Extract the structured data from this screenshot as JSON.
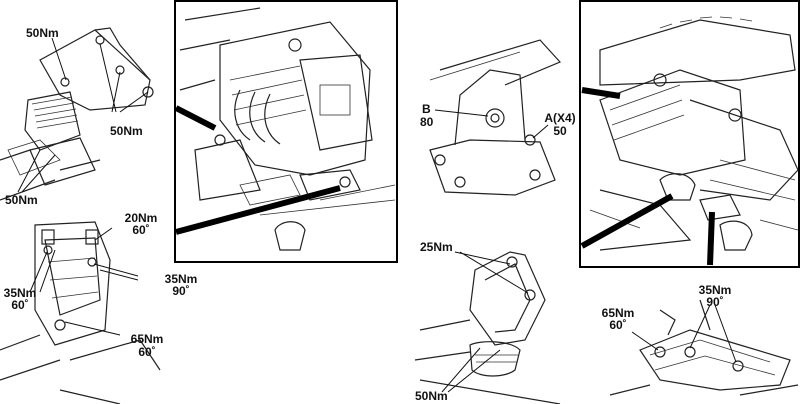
{
  "labels": {
    "top_left_torque": "50Nm",
    "top_left_torque_right": "50Nm",
    "top_left_torque_bottom": "50Nm",
    "bl_upper_torque": "20Nm",
    "bl_upper_angle": "60˚",
    "bl_left_torque": "35Nm",
    "bl_left_angle": "60˚",
    "bl_right_torque": "35Nm",
    "bl_right_angle": "90˚",
    "bl_bottom_torque": "65Nm",
    "bl_bottom_angle": "60˚",
    "mid_b_letter": "B",
    "mid_b_value": "80",
    "mid_a_letter": "A(X4)",
    "mid_a_value": "50",
    "mid_bottom_top_torque": "25Nm",
    "mid_bottom_low_torque": "50Nm",
    "br_left_torque": "65Nm",
    "br_left_angle": "60˚",
    "br_right_torque": "35Nm",
    "br_right_angle": "90˚"
  }
}
